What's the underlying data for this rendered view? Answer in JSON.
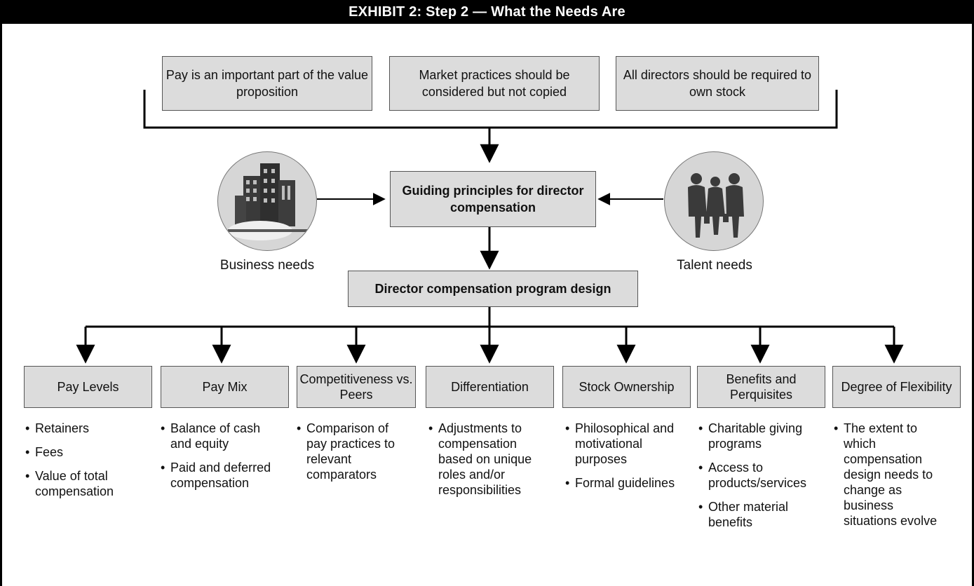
{
  "title": "EXHIBIT 2: Step 2 — What the Needs Are",
  "top_boxes": [
    "Pay is an important part of the value proposition",
    "Market practices should be considered but not copied",
    "All directors should be required to own stock"
  ],
  "center_box": "Guiding principles for director compensation",
  "business_label": "Business needs",
  "talent_label": "Talent needs",
  "business_icon": "city-buildings-icon",
  "talent_icon": "business-people-icon",
  "program_box": "Director compensation program design",
  "columns": [
    {
      "title": "Pay Levels",
      "bullets": [
        "Retainers",
        "Fees",
        "Value of total compensation"
      ]
    },
    {
      "title": "Pay Mix",
      "bullets": [
        "Balance of cash and equity",
        "Paid and deferred compensation"
      ]
    },
    {
      "title": "Competitiveness vs. Peers",
      "bullets": [
        "Comparison of pay practices to relevant comparators"
      ]
    },
    {
      "title": "Differentiation",
      "bullets": [
        "Adjustments to compensation based on unique roles and/or responsibilities"
      ]
    },
    {
      "title": "Stock Ownership",
      "bullets": [
        "Philosophical and motivational purposes",
        "Formal guidelines"
      ]
    },
    {
      "title": "Benefits and Perquisites",
      "bullets": [
        "Charitable giving programs",
        "Access to products/services",
        "Other material benefits"
      ]
    },
    {
      "title": "Degree of Flexibility",
      "bullets": [
        "The extent to which compensation design needs to change as business situations evolve"
      ]
    }
  ]
}
